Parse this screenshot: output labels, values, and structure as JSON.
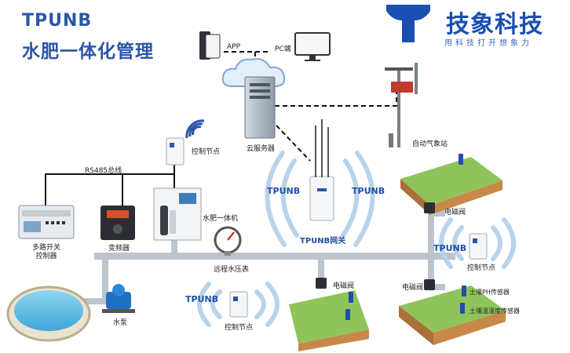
{
  "title": {
    "line1": "TPUNB",
    "line2": "水肥一体化管理"
  },
  "brand": {
    "name": "技象科技",
    "slogan": "用科技打开想象力",
    "logo_color": "#1a4fb0"
  },
  "labels": {
    "app": "APP",
    "pc": "PC端",
    "cloud_server": "云服务器",
    "weather_station": "自动气象站",
    "control_node_top": "控制节点",
    "rs485_bus": "RS485总线",
    "tpunb_left": "TPUNB",
    "tpunb_right": "TPUNB",
    "gateway": "TPUNB网关",
    "integrated_machine": "水肥一体机",
    "multi_switch_line1": "多路开关",
    "multi_switch_line2": "控制器",
    "frequency_converter": "变频器",
    "remote_pressure_gauge": "远程水压表",
    "water_pump": "水泵",
    "solenoid_valve_right_top": "电磁阀",
    "tpunb_right_node": "TPUNB",
    "control_node_right": "控制节点",
    "solenoid_valve_center": "电磁阀",
    "solenoid_valve_right_bottom": "电磁阀",
    "tpunb_bottom": "TPUNB",
    "control_node_bottom": "控制节点",
    "soil_ph_sensor": "土壤PH传感器",
    "soil_moisture_sensor": "土壤温湿度传感器"
  },
  "colors": {
    "accent": "#2a56a8",
    "pipe": "#bcc4cc",
    "soil": "#c8884a",
    "grass": "#8fc45a",
    "signal": "#b9d3ea"
  }
}
